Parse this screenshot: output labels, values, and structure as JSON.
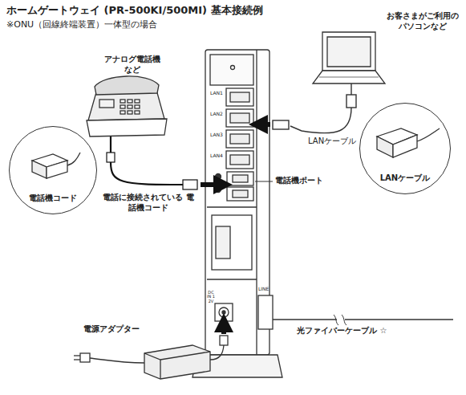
{
  "diagram": {
    "title": "ホームゲートウェイ (PR-500KI/500MI) 基本接続例",
    "nodes": [
      {
        "text": [
          "LANケーブル"
        ]
      },
      {
        "text": [
          "電話機コード"
        ]
      }
    ],
    "labels": [
      "※ONU（回線終端装置）一体型の場合",
      "お客さまがご利用の パソコンなど",
      "アナログ電話機 など",
      "LANケーブル",
      "電話機ポート",
      "電話に接続されている 電話機コード",
      "電源アダプター",
      "光ファイバーケーブル ☆",
      "LAN1",
      "LAN2",
      "LAN3",
      "LAN4",
      "LINE",
      "DC IN 12V"
    ]
  }
}
